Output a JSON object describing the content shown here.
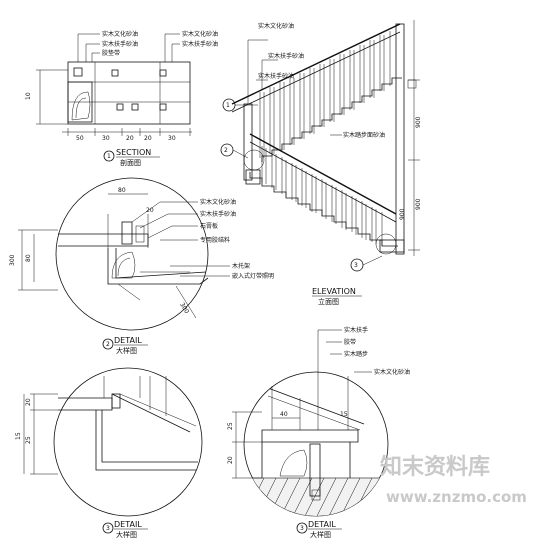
{
  "section": {
    "caption": "SECTION",
    "caption_cn": "剖面图",
    "num": "1",
    "labels": [
      "实木文化砂油",
      "实木扶手砂油",
      "胶垫带"
    ],
    "dims": [
      "50",
      "30",
      "20",
      "20",
      "30"
    ],
    "height": "10"
  },
  "elevation": {
    "caption": "ELEVATION",
    "caption_cn": "立面图",
    "labels": [
      "实木文化砂油",
      "实木扶手砂油",
      "实木扶手砂油",
      "实木踏步面砂油"
    ],
    "markers": [
      "1",
      "2",
      "3"
    ],
    "dims": [
      "900",
      "900",
      "900"
    ]
  },
  "detail2": {
    "caption": "DETAIL",
    "caption_cn": "大样图",
    "num": "2",
    "labels": [
      "实木文化砂油",
      "实木扶手砂油",
      "石膏板",
      "专用胶结料",
      "木托架",
      "嵌入式灯带照明"
    ],
    "dims": [
      "300",
      "80",
      "20"
    ]
  },
  "detail3": {
    "caption": "DETAIL",
    "caption_cn": "大样图",
    "num": "3",
    "dims": [
      "20",
      "25",
      "15"
    ]
  },
  "detail4": {
    "caption": "DETAIL",
    "caption_cn": "大样图",
    "num": "3",
    "labels": [
      "实木扶手",
      "胶带",
      "实木踏步",
      "实木文化砂油"
    ],
    "dims": [
      "40",
      "20",
      "25",
      "15"
    ]
  },
  "watermark": {
    "cn": "知末资料库",
    "url": "www.znzmo.com"
  }
}
